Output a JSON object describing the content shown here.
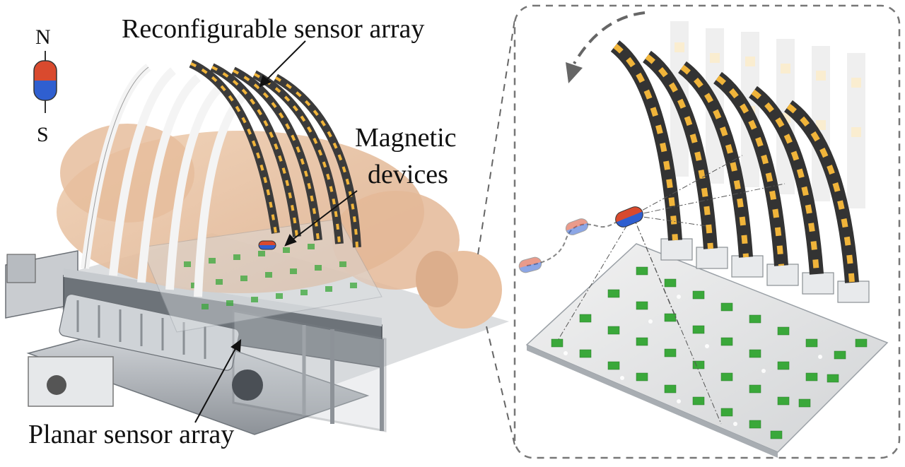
{
  "labels": {
    "reconfigurable": "Reconfigurable sensor array",
    "magnetic_line1": "Magnetic",
    "magnetic_line2": "devices",
    "planar": "Planar sensor array",
    "north": "N",
    "south": "S"
  },
  "colors": {
    "skin": "#e9c4a4",
    "skin_dark": "#d9ab86",
    "sensor_green": "#3aa83a",
    "strip_yellow": "#f0b43a",
    "strip_dark": "#3b3b3b",
    "frame_metal": "#b8bcc2",
    "magnet_red": "#d94a2e",
    "magnet_blue": "#2f5fd0"
  }
}
